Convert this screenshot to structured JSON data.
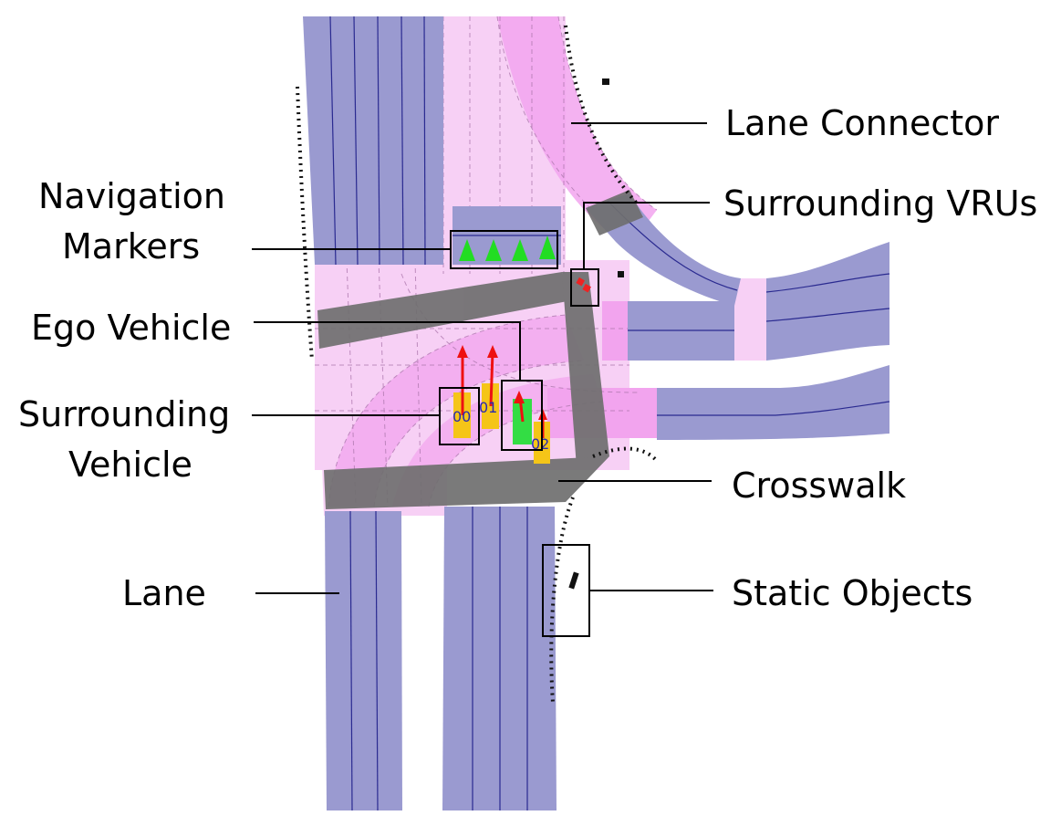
{
  "labels": {
    "lane_connector": "Lane Connector",
    "surrounding_vrus": "Surrounding VRUs",
    "navigation_markers_1": "Navigation",
    "navigation_markers_2": "Markers",
    "ego_vehicle": "Ego Vehicle",
    "surrounding_vehicle_1": "Surrounding",
    "surrounding_vehicle_2": "Vehicle",
    "crosswalk": "Crosswalk",
    "lane": "Lane",
    "static_objects": "Static Objects"
  },
  "vehicle_ids": [
    "00",
    "01",
    "02"
  ],
  "colors": {
    "lane": "#9a9ad0",
    "lane_line": "#2a2a90",
    "connector": "#f2a4ee",
    "connector_light": "#f7d0f5",
    "crosswalk": "#6f6f6f",
    "ego": "#33dd44",
    "surrounding": "#f5c518",
    "heading": "#ee1111",
    "nav_marker": "#22dd22",
    "vru": "#ee2222"
  }
}
